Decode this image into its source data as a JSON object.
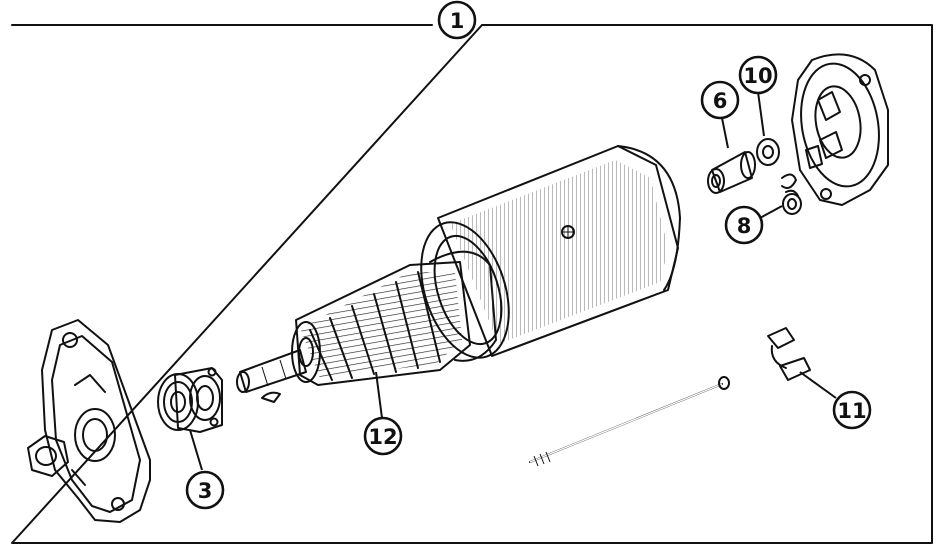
{
  "callouts": [
    {
      "id": "c1",
      "label": "1"
    },
    {
      "id": "c3",
      "label": "3"
    },
    {
      "id": "c6",
      "label": "6"
    },
    {
      "id": "c8",
      "label": "8"
    },
    {
      "id": "c10",
      "label": "10"
    },
    {
      "id": "c11",
      "label": "11"
    },
    {
      "id": "c12",
      "label": "12"
    }
  ],
  "colors": {
    "ink": "#111111",
    "paper": "#ffffff"
  }
}
